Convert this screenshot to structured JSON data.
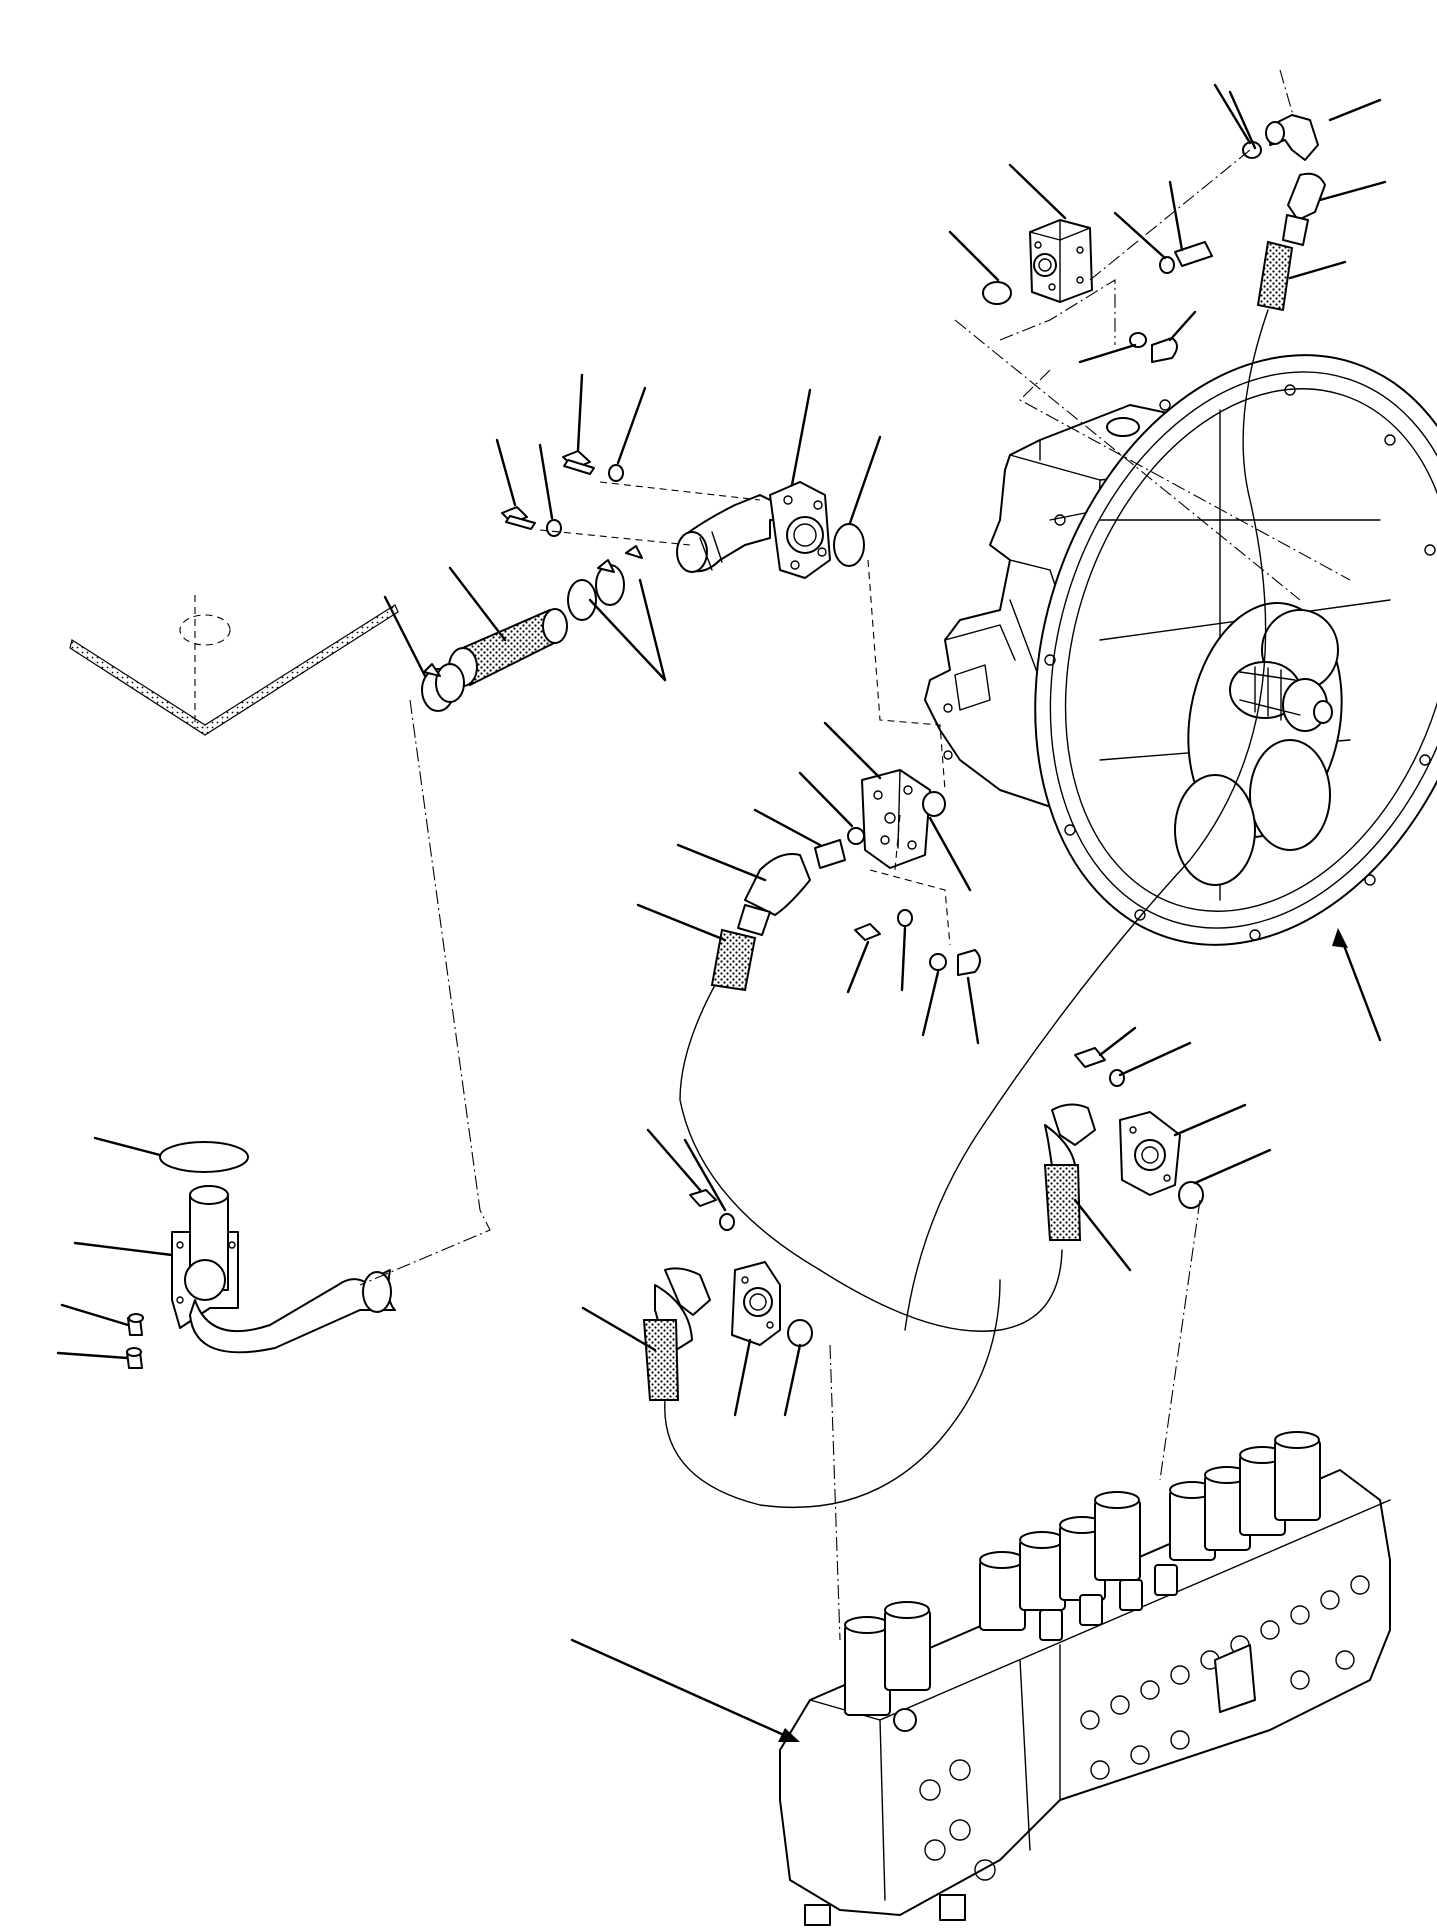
{
  "diagram": {
    "components": [
      "suction-hose-clamp-left",
      "suction-hose",
      "suction-hose-clamp-pair",
      "suction-elbow-flange",
      "suction-flange-o-ring",
      "suction-flange-bolt",
      "suction-flange-washer",
      "hydraulic-pump",
      "pump-top-block",
      "pump-top-elbow",
      "pump-top-hose",
      "pump-side-block",
      "pump-side-elbow",
      "pump-side-hose",
      "tank-outlet-o-ring",
      "tank-outlet-pipe",
      "tank-outlet-bolts",
      "valve-flange-left",
      "valve-hose-left",
      "valve-flange-right",
      "valve-hose-right",
      "control-valve"
    ]
  }
}
